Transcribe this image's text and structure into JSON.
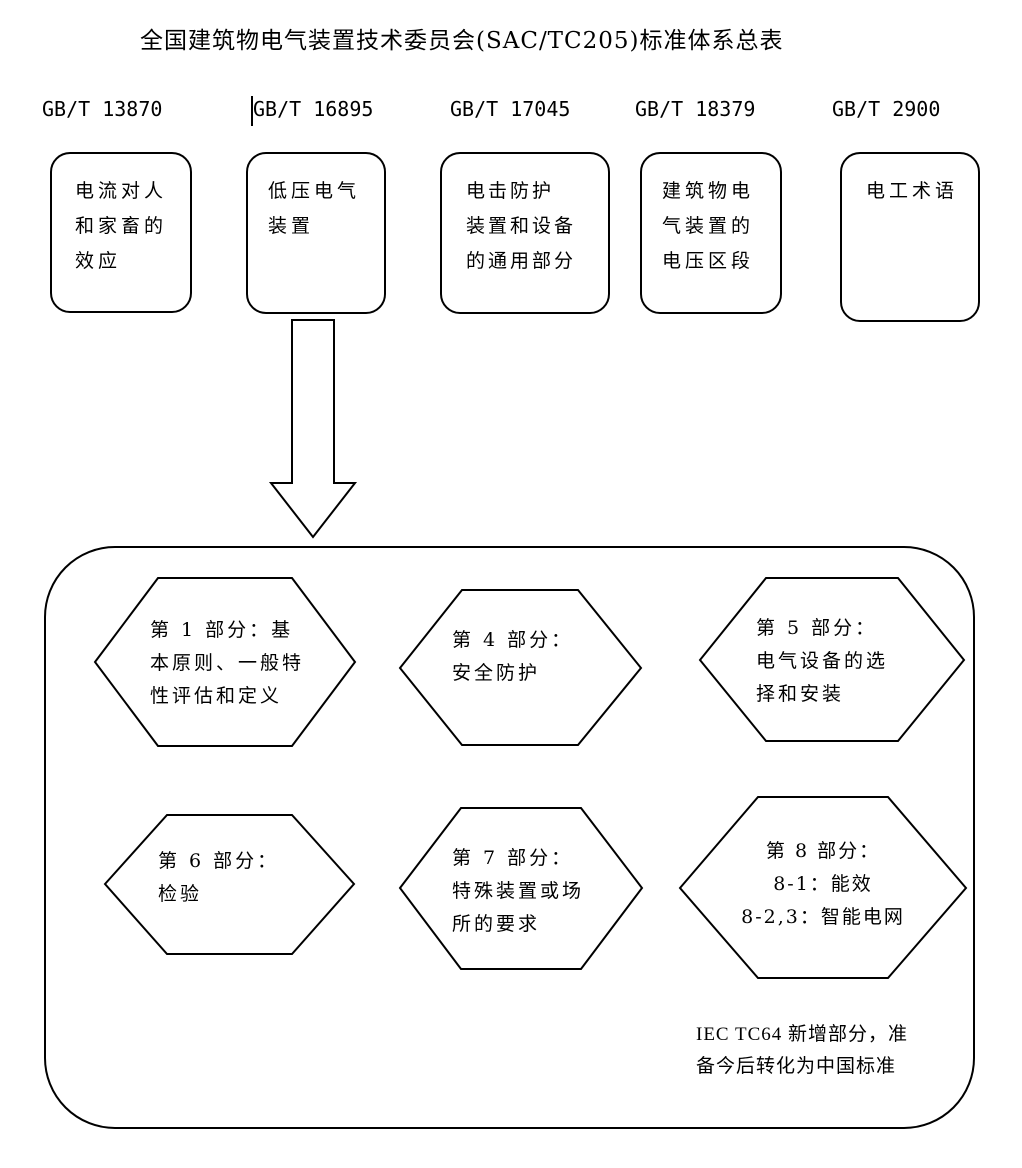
{
  "title": "全国建筑物电气装置技术委员会(SAC/TC205)标准体系总表",
  "standards": [
    {
      "code": "GB/T 13870",
      "lines": [
        "电流对人",
        "和家畜的",
        "效应"
      ]
    },
    {
      "code": "GB/T 16895",
      "lines": [
        "低压电气",
        "装置"
      ]
    },
    {
      "code": "GB/T 17045",
      "lines": [
        "电击防护",
        "装置和设备",
        "的通用部分"
      ]
    },
    {
      "code": "GB/T 18379",
      "lines": [
        "建筑物电",
        "气装置的",
        "电压区段"
      ]
    },
    {
      "code": "GB/T 2900",
      "lines": [
        "电工术语"
      ]
    }
  ],
  "parts": [
    {
      "lines": [
        "第 1 部分：基",
        "本原则、一般特",
        "性评估和定义"
      ]
    },
    {
      "lines": [
        "第 4 部分：",
        "安全防护"
      ]
    },
    {
      "lines": [
        "第 5 部分：",
        "电气设备的选",
        "择和安装"
      ]
    },
    {
      "lines": [
        "第 6 部分：",
        "检验"
      ]
    },
    {
      "lines": [
        "第 7 部分：",
        "特殊装置或场",
        "所的要求"
      ]
    },
    {
      "lines": [
        "第 8 部分：",
        "8-1：能效",
        "8-2,3：智能电网"
      ]
    }
  ],
  "note": {
    "lines": [
      "IEC TC64 新增部分，准",
      "备今后转化为中国标准"
    ]
  },
  "colors": {
    "stroke": "#000000",
    "background": "#ffffff"
  }
}
